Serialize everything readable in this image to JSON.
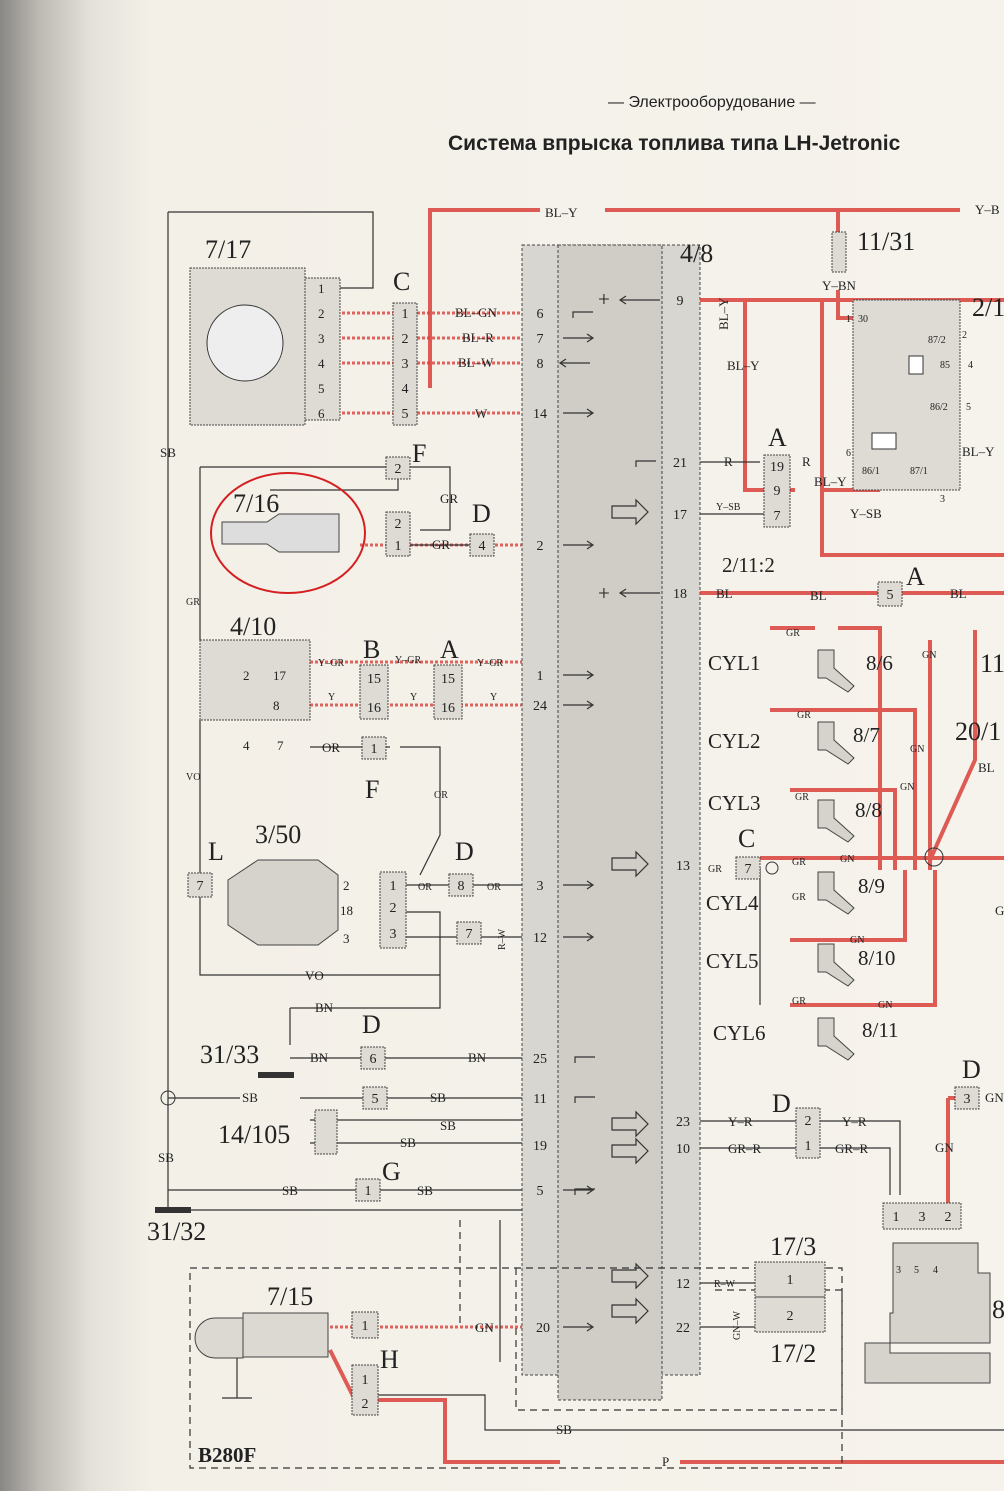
{
  "header": {
    "section": "— Электрооборудование —",
    "title": "Система впрыска топлива типа LH-Jetronic"
  },
  "ecu": {
    "label": "4/8",
    "left_pins": [
      "6",
      "7",
      "8",
      "14",
      "2",
      "1",
      "24",
      "3",
      "12",
      "25",
      "11",
      "19",
      "5",
      "20"
    ],
    "right_pins": [
      "9",
      "21",
      "17",
      "18",
      "13",
      "23",
      "10",
      "12",
      "22"
    ],
    "plus": "+"
  },
  "components": {
    "c7_17": "7/17",
    "c7_16": "7/16",
    "c4_10": "4/10",
    "c3_50": "3/50",
    "c31_33": "31/33",
    "c14_105": "14/105",
    "c31_32": "31/32",
    "c7_15": "7/15",
    "c11_31": "11/31",
    "c2_1": "2/1",
    "c2_11_2": "2/11:2",
    "c17_3": "17/3",
    "c17_2": "17/2",
    "c11": "11",
    "c20_1": "20/1",
    "c8": "8",
    "engine": "B280F"
  },
  "injectors": [
    {
      "cyl": "CYL1",
      "id": "8/6"
    },
    {
      "cyl": "CYL2",
      "id": "8/7"
    },
    {
      "cyl": "CYL3",
      "id": "8/8"
    },
    {
      "cyl": "CYL4",
      "id": "8/9"
    },
    {
      "cyl": "CYL5",
      "id": "8/10"
    },
    {
      "cyl": "CYL6",
      "id": "8/11"
    }
  ],
  "connectors": {
    "C": "C",
    "F": "F",
    "D": "D",
    "B": "B",
    "A": "A",
    "L": "L",
    "G": "G",
    "H": "H"
  },
  "pins_7_17": [
    "1",
    "2",
    "3",
    "4",
    "5",
    "6"
  ],
  "pins_C": [
    "1",
    "2",
    "3",
    "4",
    "5"
  ],
  "pins_4_10": [
    "2",
    "17",
    "8",
    "4",
    "7"
  ],
  "pins_3_50": [
    "2",
    "18",
    "3"
  ],
  "pins_3_50_conn": [
    "1",
    "2",
    "3"
  ],
  "pins_relay": [
    "1",
    "30",
    "2",
    "87/2",
    "85",
    "4",
    "86/2",
    "5",
    "6",
    "86/1",
    "87/1",
    "3"
  ],
  "pins_idle": [
    "1",
    "3",
    "2"
  ],
  "pins_idle_inner": [
    "3",
    "5",
    "4"
  ],
  "boxes": {
    "f2": "2",
    "p2": "2",
    "p1": "1",
    "d4": "4",
    "b15": "15",
    "b16": "16",
    "a15": "15",
    "a16": "16",
    "f1": "1",
    "l7": "7",
    "d8": "8",
    "r7": "7",
    "d6": "6",
    "s5": "5",
    "g1": "1",
    "a19": "19",
    "a9": "9",
    "a7": "7",
    "bl5": "5",
    "c7": "7",
    "d2": "2",
    "d1": "1",
    "r17_1": "1",
    "r17_2": "2",
    "dd3": "3",
    "h1": "1",
    "h2": "2",
    "s1": "1"
  },
  "wires": {
    "bl_y": "BL–Y",
    "bl_gn": "BL–GN",
    "bl_r": "BL–R",
    "bl_w": "BL–W",
    "w": "W",
    "gr": "GR",
    "y_gr": "Y–GR",
    "y": "Y",
    "or": "OR",
    "vo": "VO",
    "r_w": "R–W",
    "bn": "BN",
    "sb": "SB",
    "r": "R",
    "y_sb": "Y–SB",
    "bl": "BL",
    "gn": "GN",
    "y_r": "Y–R",
    "gr_r": "GR–R",
    "gn_w": "GN–W",
    "p": "P",
    "y_bn": "Y–BN",
    "y_b": "Y–B"
  },
  "colors": {
    "red_wire": "#d9403a",
    "paper": "#f5f2ea",
    "highlight": "#d42020"
  }
}
